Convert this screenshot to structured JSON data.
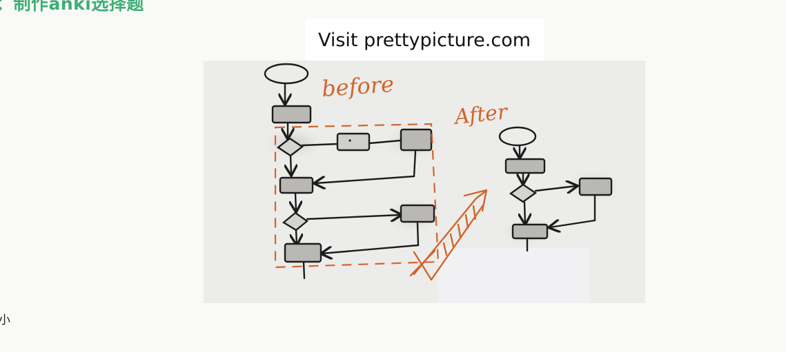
{
  "heading": "：制作anki选择题",
  "watermark": "Visit prettypicture.com",
  "figure": {
    "label_before": "before",
    "label_after": "After"
  },
  "caption": "小",
  "colors": {
    "heading": "#3fae74",
    "annotation": "#d2642a",
    "ink": "#1c1c1c",
    "box_fill": "#b9b8b5"
  }
}
